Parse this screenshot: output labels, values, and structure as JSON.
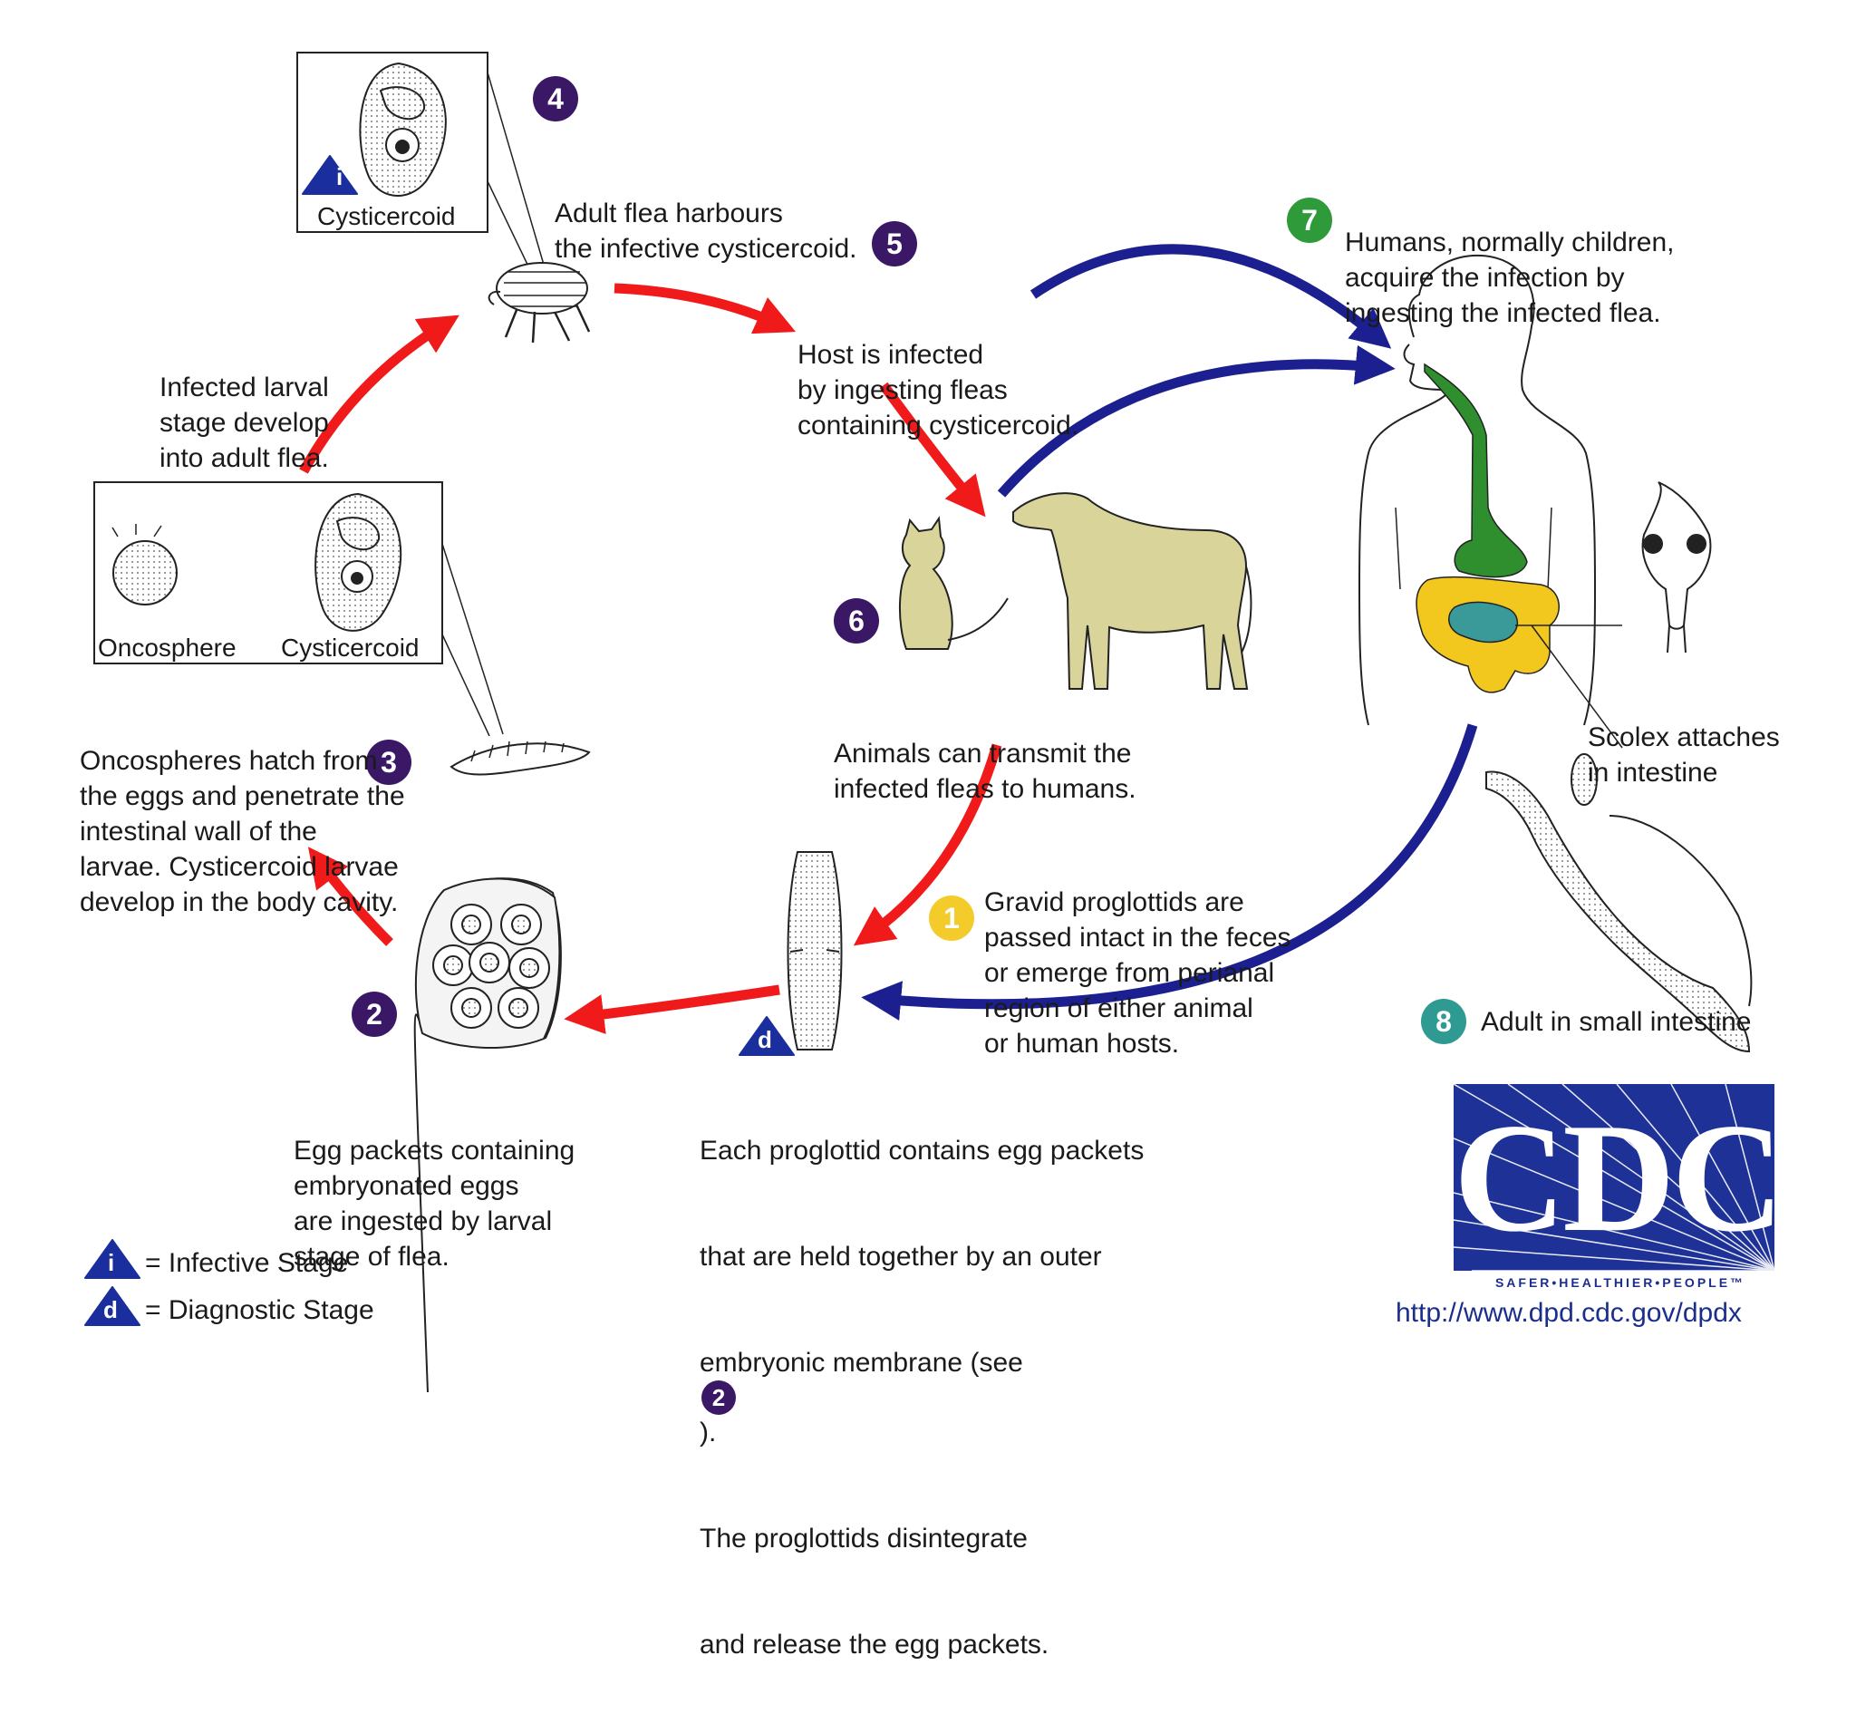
{
  "steps": {
    "s1": {
      "number": "1",
      "lines": [
        "Gravid proglottids are",
        "passed intact in the feces",
        "or emerge from perianal",
        "region of either animal",
        "or human hosts."
      ]
    },
    "s2": {
      "number": "2",
      "lines": [
        "Egg packets containing",
        "embryonated eggs",
        "are ingested by larval",
        "stage of flea."
      ]
    },
    "s3": {
      "number": "3",
      "lines": [
        "Oncospheres hatch from",
        "the eggs and penetrate the",
        "intestinal wall of the",
        "larvae. Cysticercoid larvae",
        "develop in the body cavity."
      ]
    },
    "s4": {
      "number": "4",
      "lines": [
        "Adult flea harbours",
        "the infective cysticercoid."
      ]
    },
    "s5": {
      "number": "5",
      "lines": [
        "Host is infected",
        "by ingesting fleas",
        "containing cysticercoid."
      ]
    },
    "s6": {
      "number": "6",
      "lines": [
        "Animals can transmit the",
        "infected fleas to humans."
      ]
    },
    "s7": {
      "number": "7",
      "lines": [
        "Humans, normally children,",
        "acquire the infection by",
        "ingesting the infected flea."
      ]
    },
    "s8": {
      "number": "8",
      "text": "Adult in small intestine"
    }
  },
  "larval_flea_text": [
    "Infected larval",
    "stage develop",
    "into adult flea."
  ],
  "proglottid_text": {
    "line1": "Each proglottid contains egg packets",
    "line2": "that are held together by an outer",
    "line3_before": "embryonic membrane (see",
    "line3_ref": "2",
    "line3_after": ").",
    "line4": "The proglottids disintegrate",
    "line5": "and release the egg packets."
  },
  "scolex_text": [
    "Scolex attaches",
    "in intestine"
  ],
  "box_labels": {
    "cysticercoid_top": "Cysticercoid",
    "oncosphere": "Oncosphere",
    "cysticercoid_left": "Cysticercoid"
  },
  "markers": {
    "infective": "i",
    "diagnostic": "d"
  },
  "legend": {
    "infective": "= Infective Stage",
    "diagnostic": "= Diagnostic Stage"
  },
  "logo": {
    "letters": "CDC",
    "tagline": "SAFER•HEALTHIER•PEOPLE™",
    "url": "http://www.dpd.cdc.gov/dpdx"
  },
  "colors": {
    "red_arrow": "#f01a1a",
    "blue_arrow": "#1b1f8f",
    "purple_badge": "#3a1865",
    "green_badge": "#2f9a3a",
    "yellow_badge": "#f3cc2b",
    "teal_badge": "#2e9a92",
    "animal_fill": "#d9d59a",
    "intestine_green": "#2f8f2f",
    "intestine_yellow": "#f2c81e",
    "intestine_teal": "#3a9a9a"
  }
}
